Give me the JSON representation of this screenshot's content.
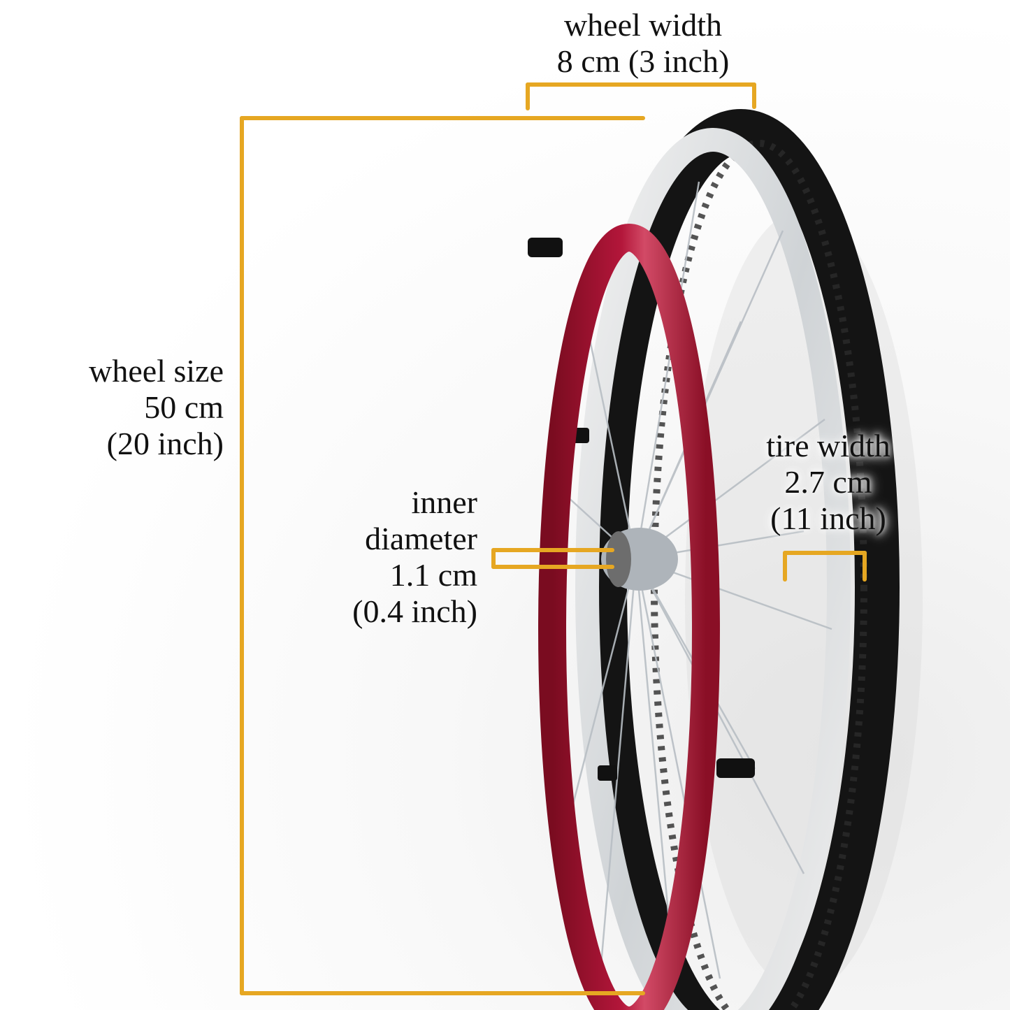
{
  "colors": {
    "dimension_line": "#e6a722",
    "handrim": "#a3122e",
    "tire": "#141414",
    "rim": "#d9dcdf",
    "text": "#111111"
  },
  "labels": {
    "wheel_width": {
      "line1": "wheel width",
      "line2": "8 cm (3 inch)"
    },
    "wheel_size": {
      "line1": "wheel size",
      "line2": "50 cm",
      "line3": "(20 inch)"
    },
    "inner_diameter": {
      "line1": "inner",
      "line2": "diameter",
      "line3": "1.1 cm",
      "line4": "(0.4 inch)"
    },
    "tire_width": {
      "line1": "tire width",
      "line2": "2.7 cm",
      "line3": "(11 inch)"
    }
  },
  "image": {
    "subject": "wheelchair wheel with red handrim, spoked silver rim, black treaded tire"
  }
}
